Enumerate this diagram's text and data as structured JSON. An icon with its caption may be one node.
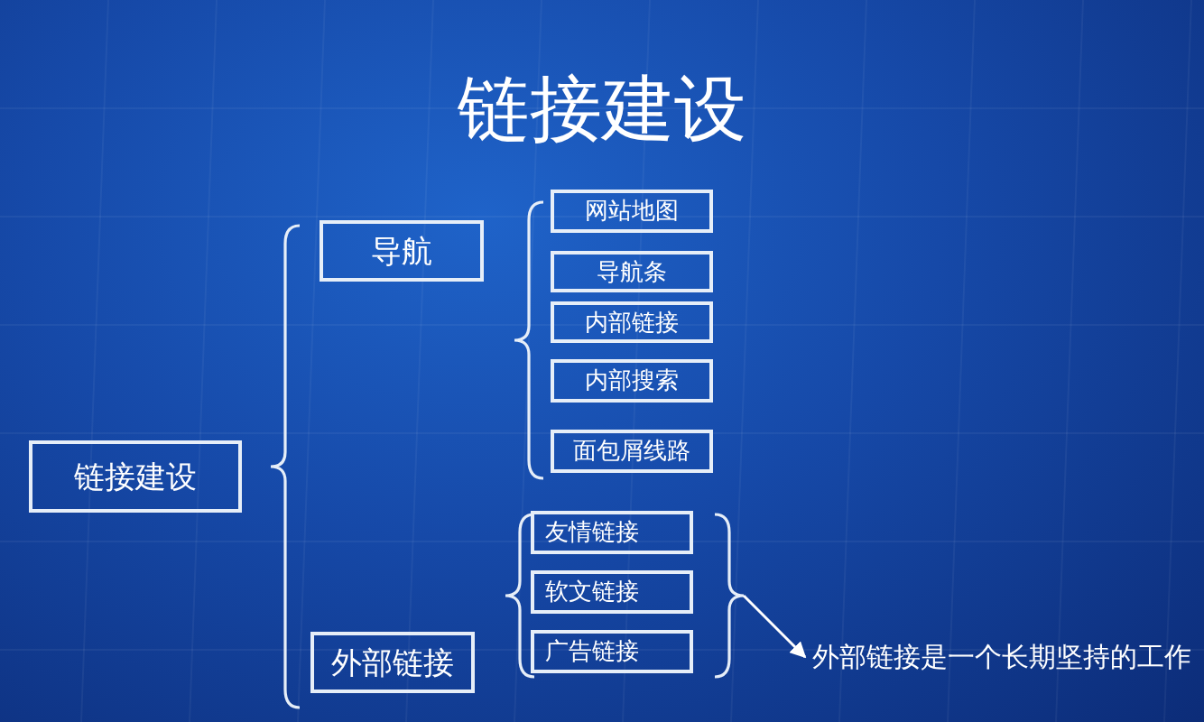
{
  "diagram": {
    "title": "链接建设",
    "nodes": [
      {
        "text": [
          "链接建设"
        ]
      },
      {
        "text": [
          "导航"
        ]
      },
      {
        "text": [
          "网站地图"
        ]
      },
      {
        "text": [
          "导航条"
        ]
      },
      {
        "text": [
          "内部链接"
        ]
      },
      {
        "text": [
          "内部搜索"
        ]
      },
      {
        "text": [
          "面包屑线路"
        ]
      },
      {
        "text": [
          "外部链接"
        ]
      },
      {
        "text": [
          "友情链接"
        ]
      },
      {
        "text": [
          "软文链接"
        ]
      },
      {
        "text": [
          "广告链接"
        ]
      },
      {
        "text": [
          "外部链接是一个长期坚持的工作"
        ]
      },
      {
        "text": [],
        "shape": "brace"
      }
    ],
    "edges": [
      {
        "from": 12,
        "to": 11,
        "arrow": "to"
      }
    ]
  }
}
